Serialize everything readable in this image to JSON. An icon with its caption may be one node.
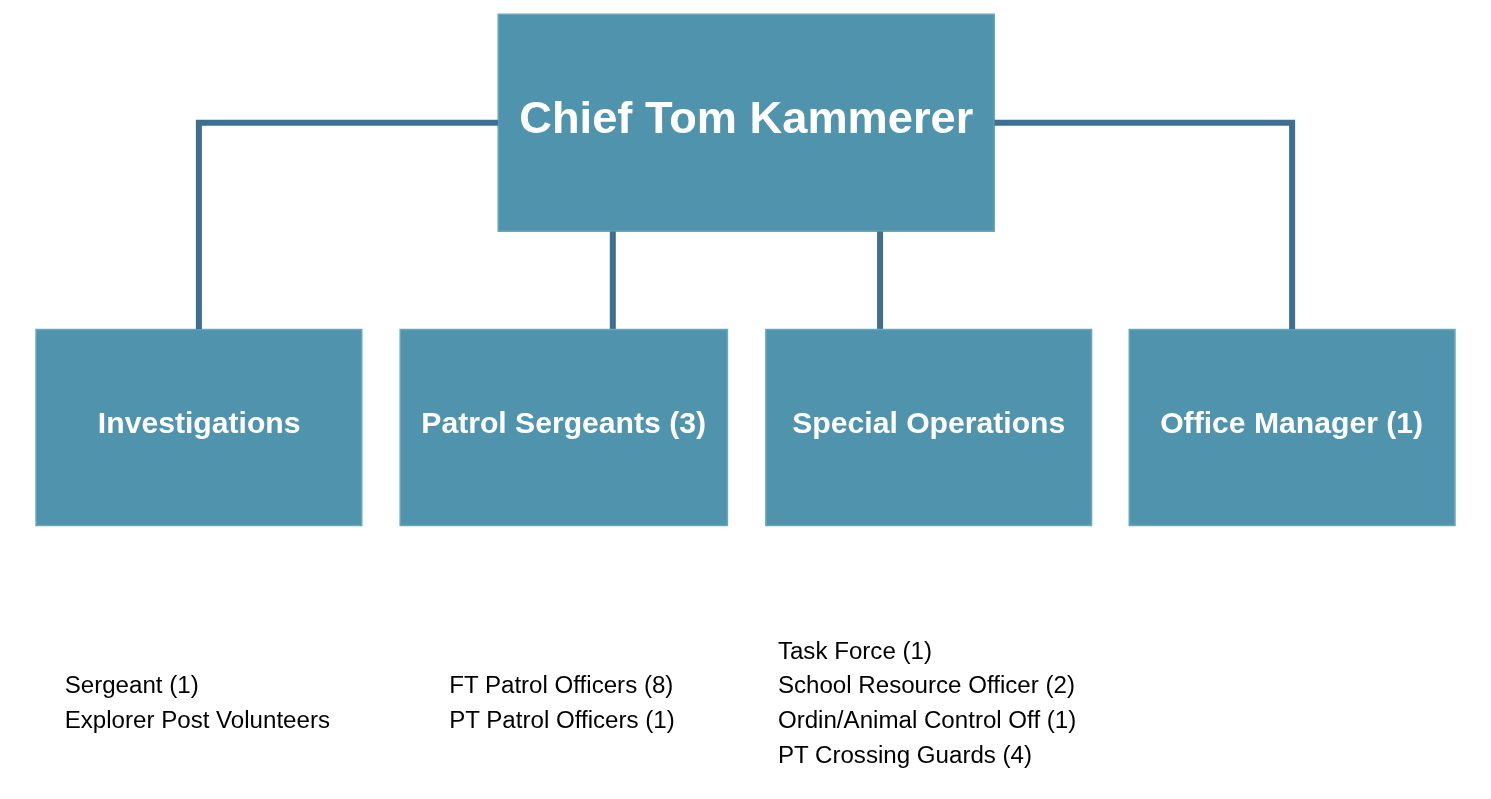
{
  "diagram": {
    "nodes": [
      {
        "text": [
          "Chief Tom Kammerer"
        ]
      },
      {
        "text": [
          "Investigations"
        ],
        "beside": [
          "Sergeant (1)",
          "Explorer Post Volunteers"
        ]
      },
      {
        "text": [
          "Patrol Sergeants (3)"
        ],
        "beside": [
          "FT Patrol Officers (8)",
          "PT Patrol Officers (1)"
        ]
      },
      {
        "text": [
          "Special Operations"
        ],
        "beside": [
          "Task Force (1)",
          "School Resource Officer (2)",
          "Ordin/Animal Control Off (1)",
          "PT Crossing Guards (4)"
        ]
      },
      {
        "text": [
          "Office Manager (1)"
        ]
      }
    ],
    "edges": [
      {
        "from": 0,
        "to": 1,
        "arrow": "none"
      },
      {
        "from": 0,
        "to": 2,
        "arrow": "none"
      },
      {
        "from": 0,
        "to": 3,
        "arrow": "none"
      },
      {
        "from": 0,
        "to": 4,
        "arrow": "none"
      }
    ]
  }
}
